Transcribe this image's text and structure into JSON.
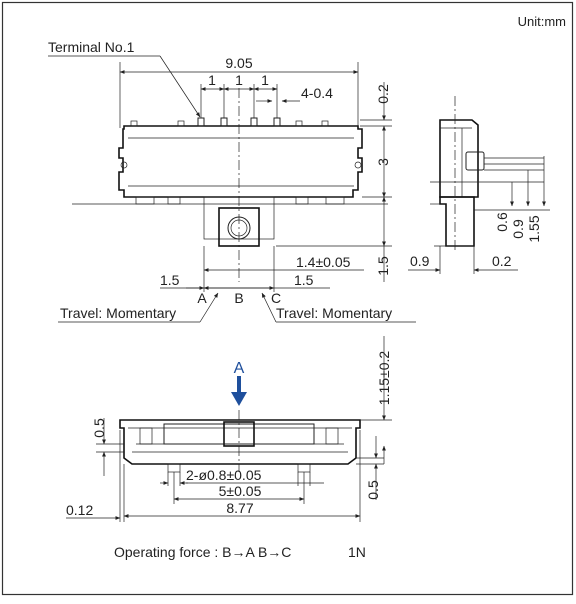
{
  "unit_label": "Unit:mm",
  "top_view": {
    "terminal_label": "Terminal No.1",
    "overall_width": "9.05",
    "pitch_1": "1",
    "pitch_2": "1",
    "pitch_3": "1",
    "terminal_width": "4-0.4",
    "dim_0_2": "0.2",
    "body_height": "3",
    "actuator_travel": "1.4±0.05",
    "knob_height": "1.5",
    "left_offset": "1.5",
    "right_offset": "1.5",
    "pos_a": "A",
    "pos_b": "B",
    "pos_c": "C",
    "travel_left": "Travel: Momentary",
    "travel_right": "Travel: Momentary"
  },
  "side_view": {
    "dim_0_9": "0.9",
    "dim_0_2": "0.2",
    "dim_0_6": "0.6",
    "dim_0_9v": "0.9",
    "dim_1_55": "1.55"
  },
  "front_view": {
    "arrow_label": "A",
    "height_dim": "1.15±0.2",
    "left_dim": "0.5",
    "right_dim": "0.5",
    "boss_dia": "2-ø0.8±0.05",
    "boss_pitch": "5±0.05",
    "overall_length": "8.77",
    "offset": "0.12"
  },
  "operating_force": {
    "label": "Operating force : B→A B→C",
    "value": "1N"
  },
  "colors": {
    "arrow": "#1e4f9c",
    "line": "#222222"
  }
}
